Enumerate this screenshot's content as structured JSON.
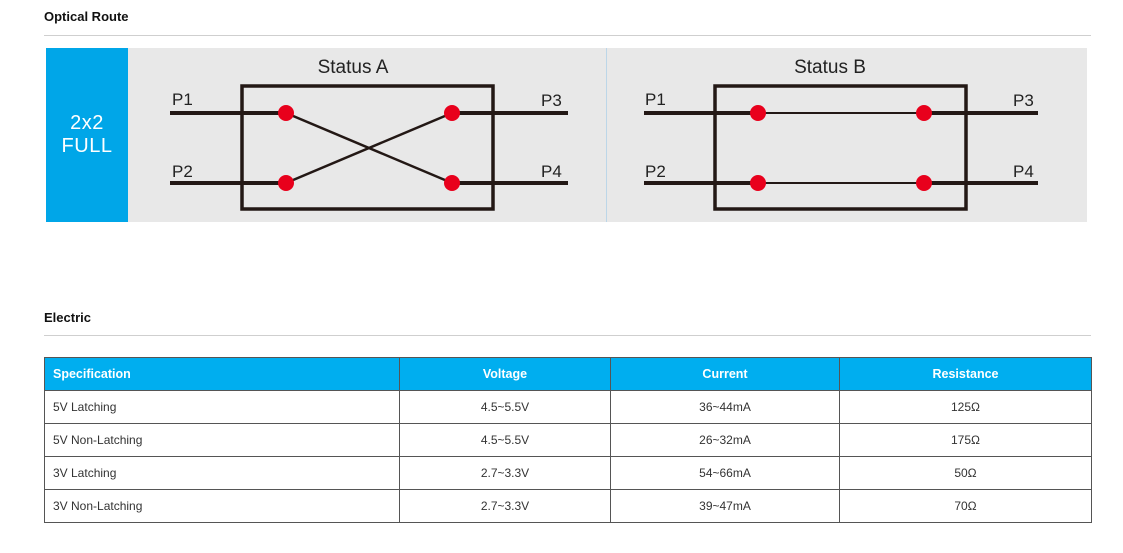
{
  "optical_route": {
    "title": "Optical Route",
    "mode_line1": "2x2",
    "mode_line2": "FULL",
    "status_a": {
      "title": "Status A",
      "ports": {
        "p1": "P1",
        "p2": "P2",
        "p3": "P3",
        "p4": "P4"
      },
      "routing": "crossed"
    },
    "status_b": {
      "title": "Status B",
      "ports": {
        "p1": "P1",
        "p2": "P2",
        "p3": "P3",
        "p4": "P4"
      },
      "routing": "straight"
    },
    "colors": {
      "accent": "#00a6e8",
      "node": "#e8001c",
      "line": "#231815",
      "panel": "#e8e8e8"
    }
  },
  "electric": {
    "title": "Electric",
    "table": {
      "headers": [
        "Specification",
        "Voltage",
        "Current",
        "Resistance"
      ],
      "rows": [
        [
          "5V Latching",
          "4.5~5.5V",
          "36~44mA",
          "125Ω"
        ],
        [
          "5V Non-Latching",
          "4.5~5.5V",
          "26~32mA",
          "175Ω"
        ],
        [
          "3V Latching",
          "2.7~3.3V",
          "54~66mA",
          "50Ω"
        ],
        [
          "3V Non-Latching",
          "2.7~3.3V",
          "39~47mA",
          "70Ω"
        ]
      ],
      "header_color": "#00aeef"
    }
  }
}
